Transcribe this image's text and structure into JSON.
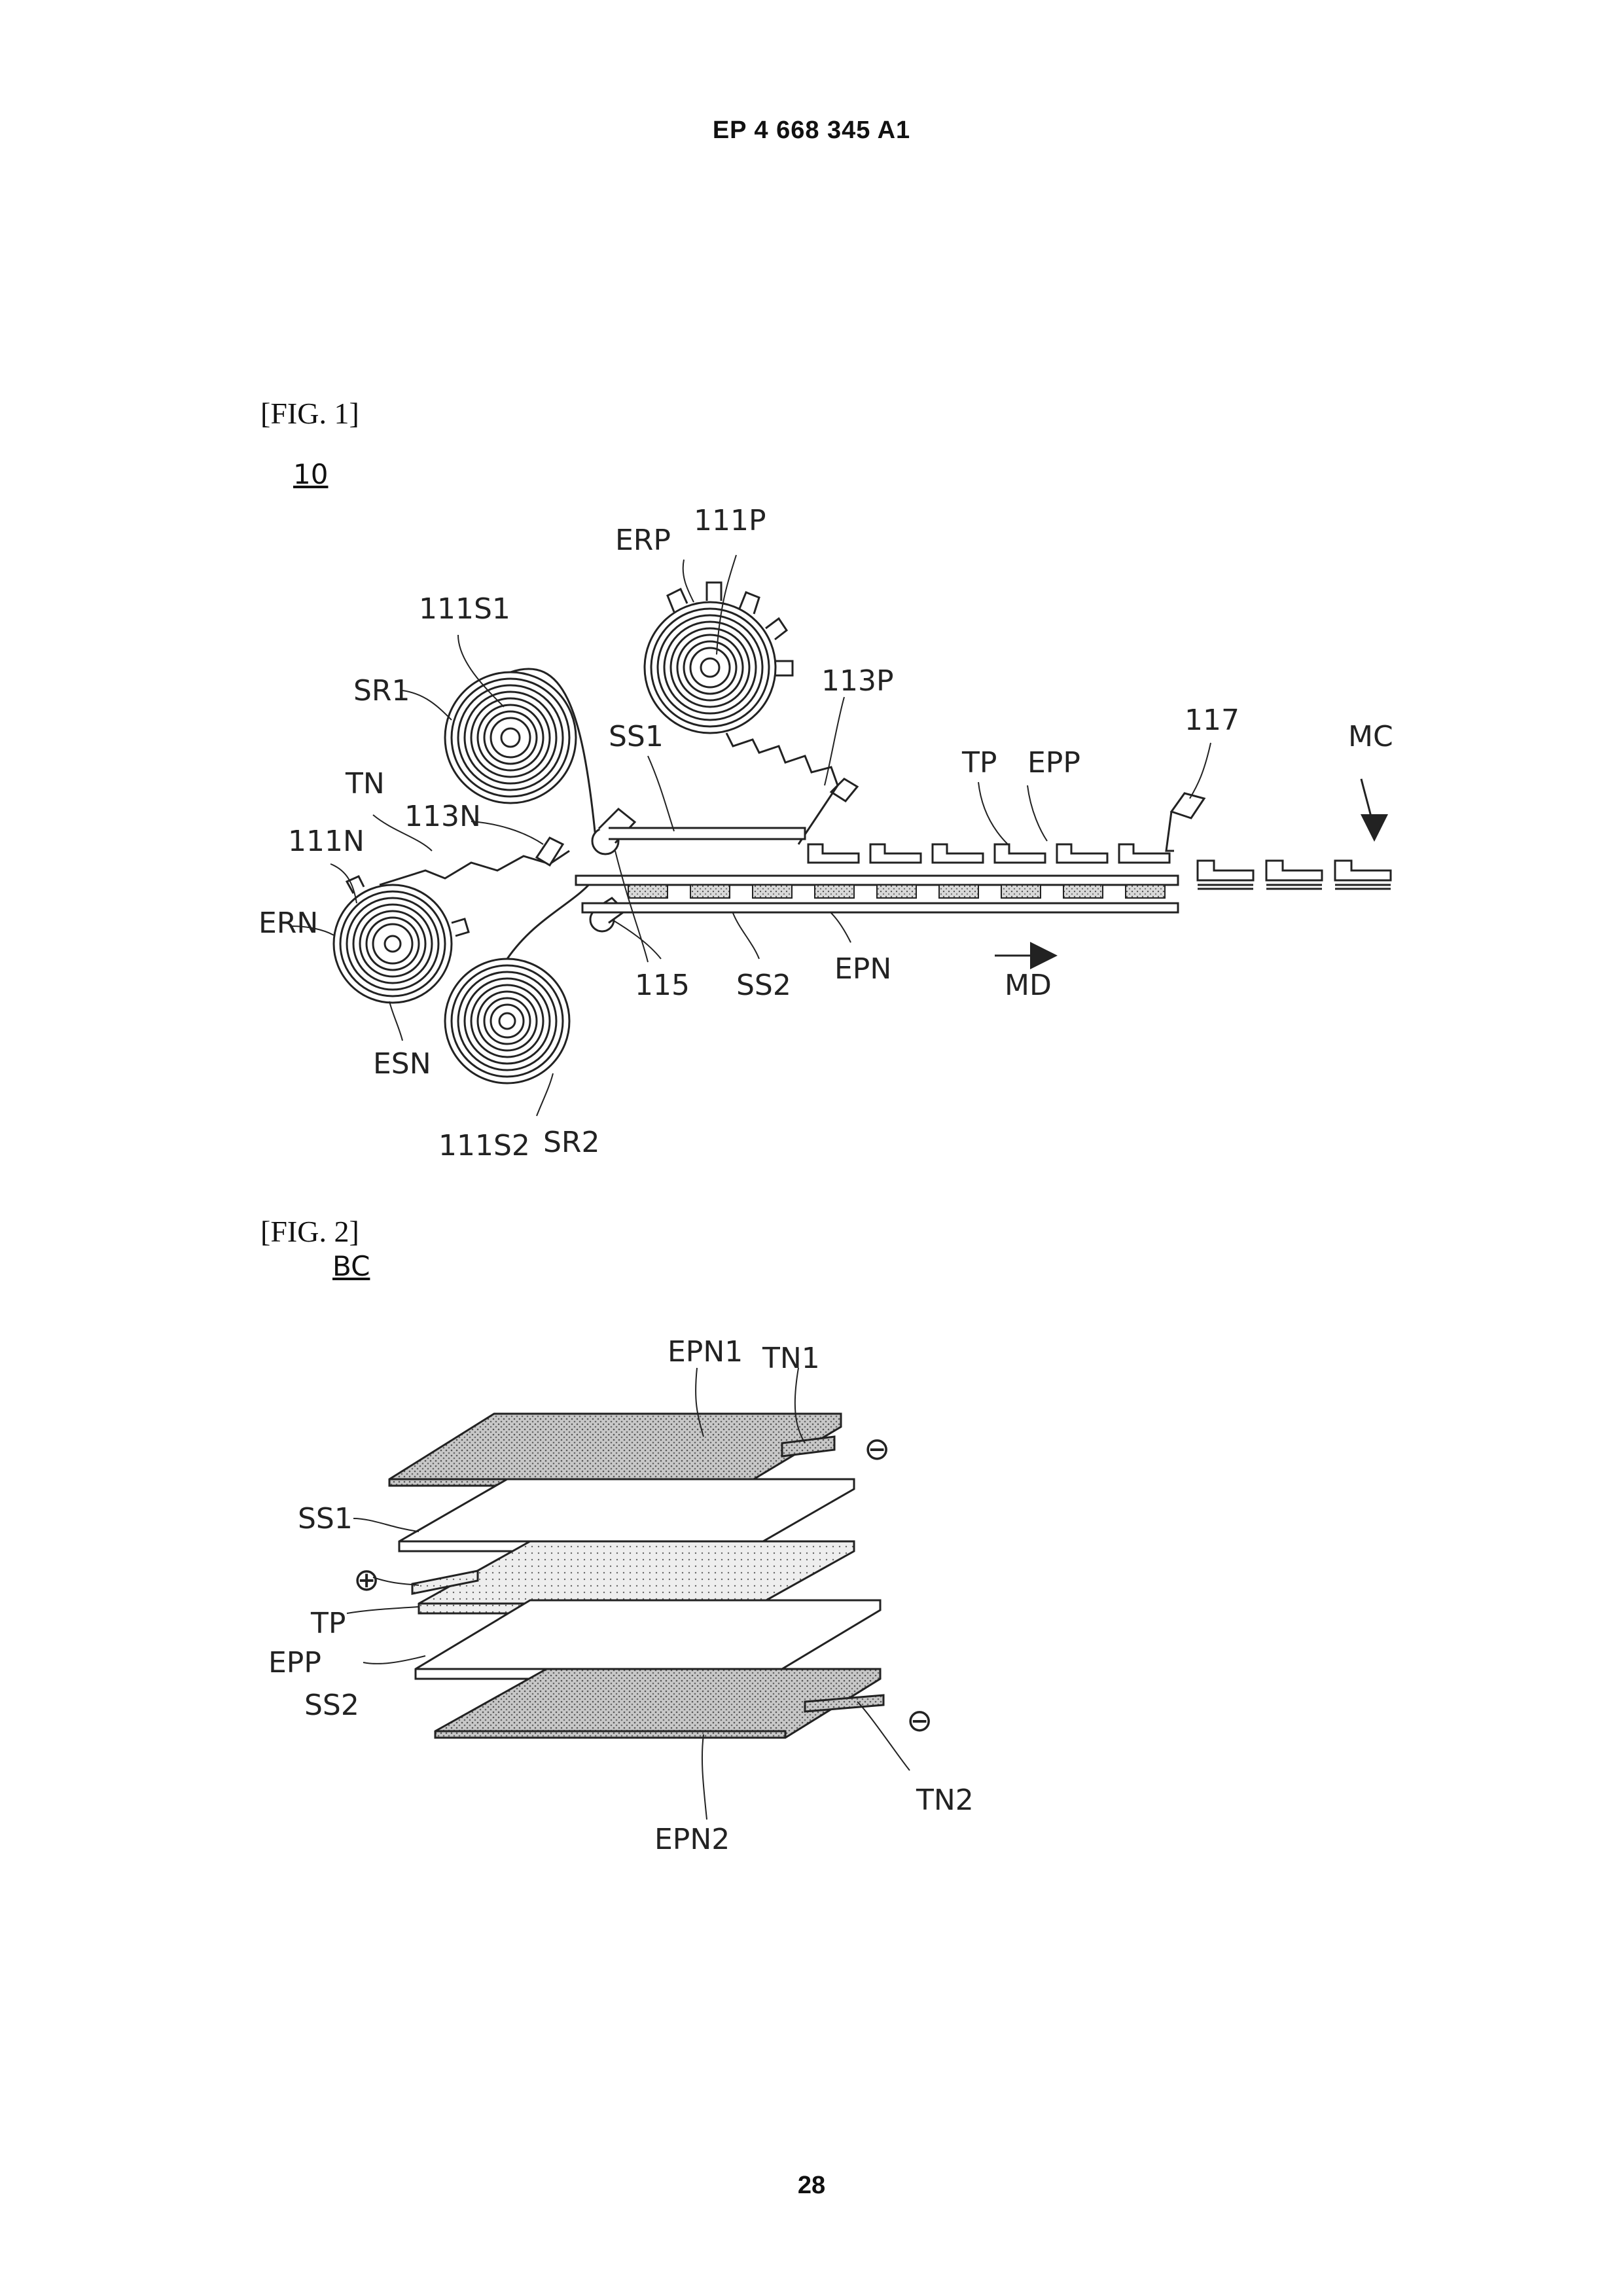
{
  "page": {
    "header": "EP 4 668 345 A1",
    "page_number": "28"
  },
  "fig1": {
    "caption": "[FIG. 1]",
    "ref": "10",
    "labels": {
      "erp": "ERP",
      "p111": "111P",
      "s111": "111S1",
      "sr1": "SR1",
      "p113": "113P",
      "ss1": "SS1",
      "tn": "TN",
      "n113": "113N",
      "n111": "111N",
      "ern": "ERN",
      "tp": "TP",
      "epp": "EPP",
      "l117": "117",
      "mc": "MC",
      "l115": "115",
      "ss2": "SS2",
      "epn": "EPN",
      "md": "MD",
      "esn": "ESN",
      "s2_111": "111S2",
      "sr2": "SR2"
    }
  },
  "fig2": {
    "caption": "[FIG. 2]",
    "ref": "BC",
    "labels": {
      "epn1": "EPN1",
      "tn1": "TN1",
      "minus1": "⊖",
      "ss1": "SS1",
      "plus": "⊕",
      "tp": "TP",
      "epp": "EPP",
      "ss2": "SS2",
      "minus2": "⊖",
      "tn2": "TN2",
      "epn2": "EPN2"
    }
  }
}
